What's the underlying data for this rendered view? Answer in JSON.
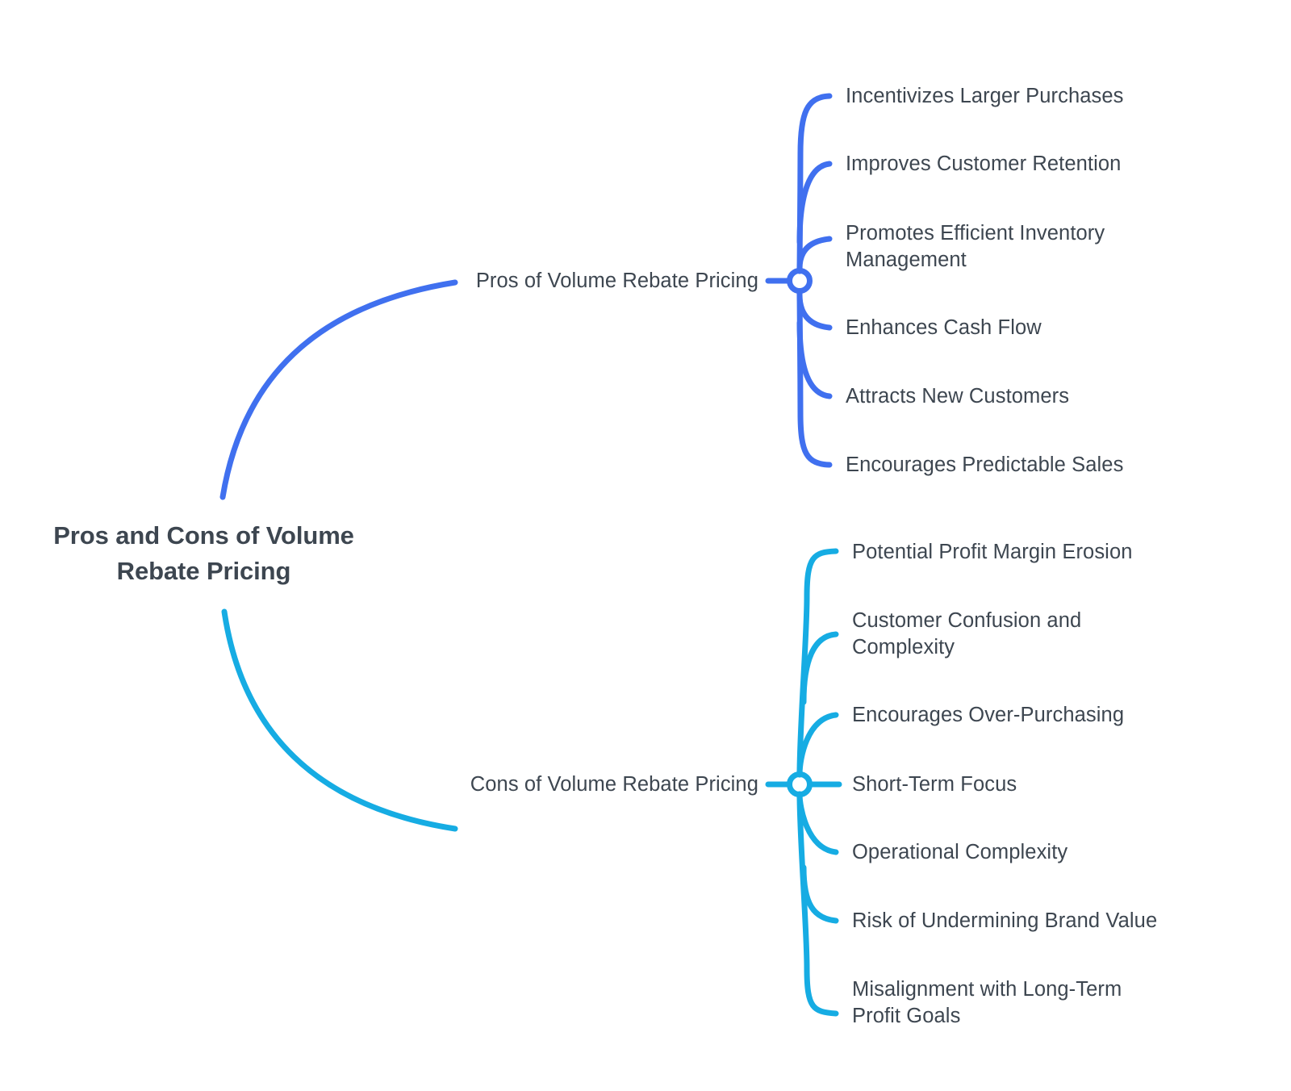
{
  "diagram": {
    "type": "mind-map",
    "background_color": "#ffffff",
    "text_color": "#3d4650",
    "root": {
      "label": "Pros and Cons of Volume\nRebate Pricing"
    },
    "branches": [
      {
        "label": "Pros of Volume Rebate Pricing",
        "color": "#4070ef",
        "leaves": [
          {
            "label": "Incentivizes Larger Purchases"
          },
          {
            "label": "Improves Customer Retention"
          },
          {
            "label": "Promotes Efficient Inventory\nManagement"
          },
          {
            "label": "Enhances Cash Flow"
          },
          {
            "label": "Attracts New Customers"
          },
          {
            "label": "Encourages Predictable Sales"
          }
        ]
      },
      {
        "label": "Cons of Volume Rebate Pricing",
        "color": "#16ace3",
        "leaves": [
          {
            "label": "Potential Profit Margin Erosion"
          },
          {
            "label": "Customer Confusion and\nComplexity"
          },
          {
            "label": "Encourages Over-Purchasing"
          },
          {
            "label": "Short-Term Focus"
          },
          {
            "label": "Operational Complexity"
          },
          {
            "label": "Risk of Undermining Brand Value"
          },
          {
            "label": "Misalignment with Long-Term\nProfit Goals"
          }
        ]
      }
    ]
  }
}
